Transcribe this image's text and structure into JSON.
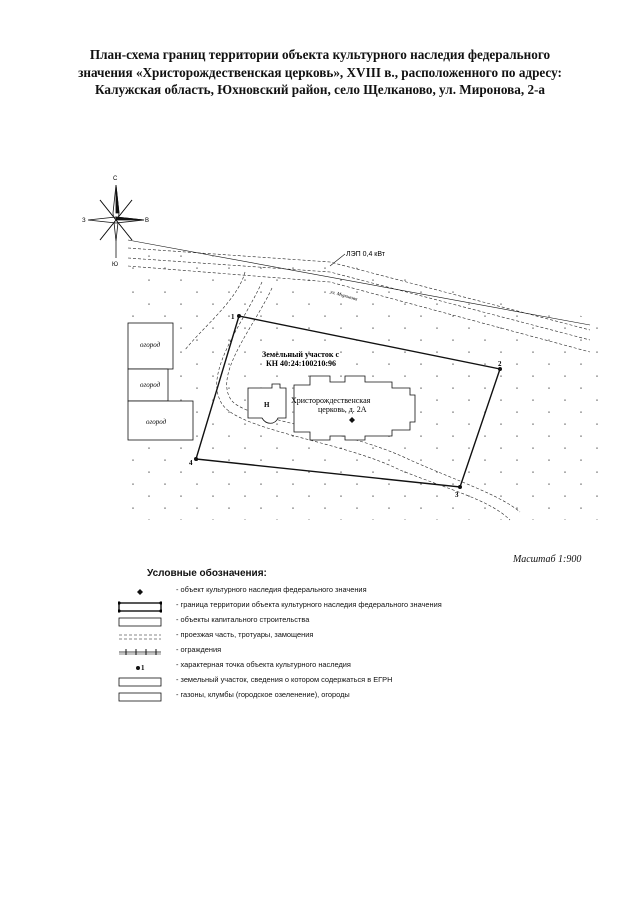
{
  "title": {
    "line1": "План-схема границ территории объекта культурного наследия федерального",
    "line2": "значения «Христорождественская церковь», XVIII в., расположенного по адресу:",
    "line3": "Калужская область, Юхновский район, село Щелканово, ул. Миронова, 2-а"
  },
  "compass": {
    "north": "С",
    "south": "Ю",
    "east": "В",
    "west": "З"
  },
  "map": {
    "power_line_label": "ЛЭП 0,4 кВт",
    "street_label": "ул. Миронова",
    "ogorod_labels": [
      "огород",
      "огород",
      "огород"
    ],
    "parcel_label_line1": "Земельный участок с",
    "parcel_label_line2": "КН 40:24:100210:96",
    "church_label_line1": "Христорождественская",
    "church_label_line2": "церковь, д. 2А",
    "building_label": "Н",
    "points": [
      "1",
      "2",
      "3",
      "4"
    ]
  },
  "scale": "Масштаб 1:900",
  "legend": {
    "title": "Условные обозначения:",
    "items": [
      {
        "symbol": "diamond-marker",
        "text": "- объект культурного наследия федерального значения"
      },
      {
        "symbol": "boundary-line",
        "text": "- граница территории объекта культурного наследия федерального значения"
      },
      {
        "symbol": "building-box",
        "text": "- объекты капитального строительства"
      },
      {
        "symbol": "road-dashed",
        "text": "- проезжая часть, тротуары, замощения"
      },
      {
        "symbol": "fence-line",
        "text": "- ограждения"
      },
      {
        "symbol": "point-marker",
        "text": "- характерная точка объекта культурного наследия"
      },
      {
        "symbol": "parcel-box",
        "text": "- земельный участок, сведения о котором содержаться в ЕГРН"
      },
      {
        "symbol": "lawn-box",
        "text": "- газоны, клумбы (городское озеленение), огороды"
      }
    ]
  }
}
